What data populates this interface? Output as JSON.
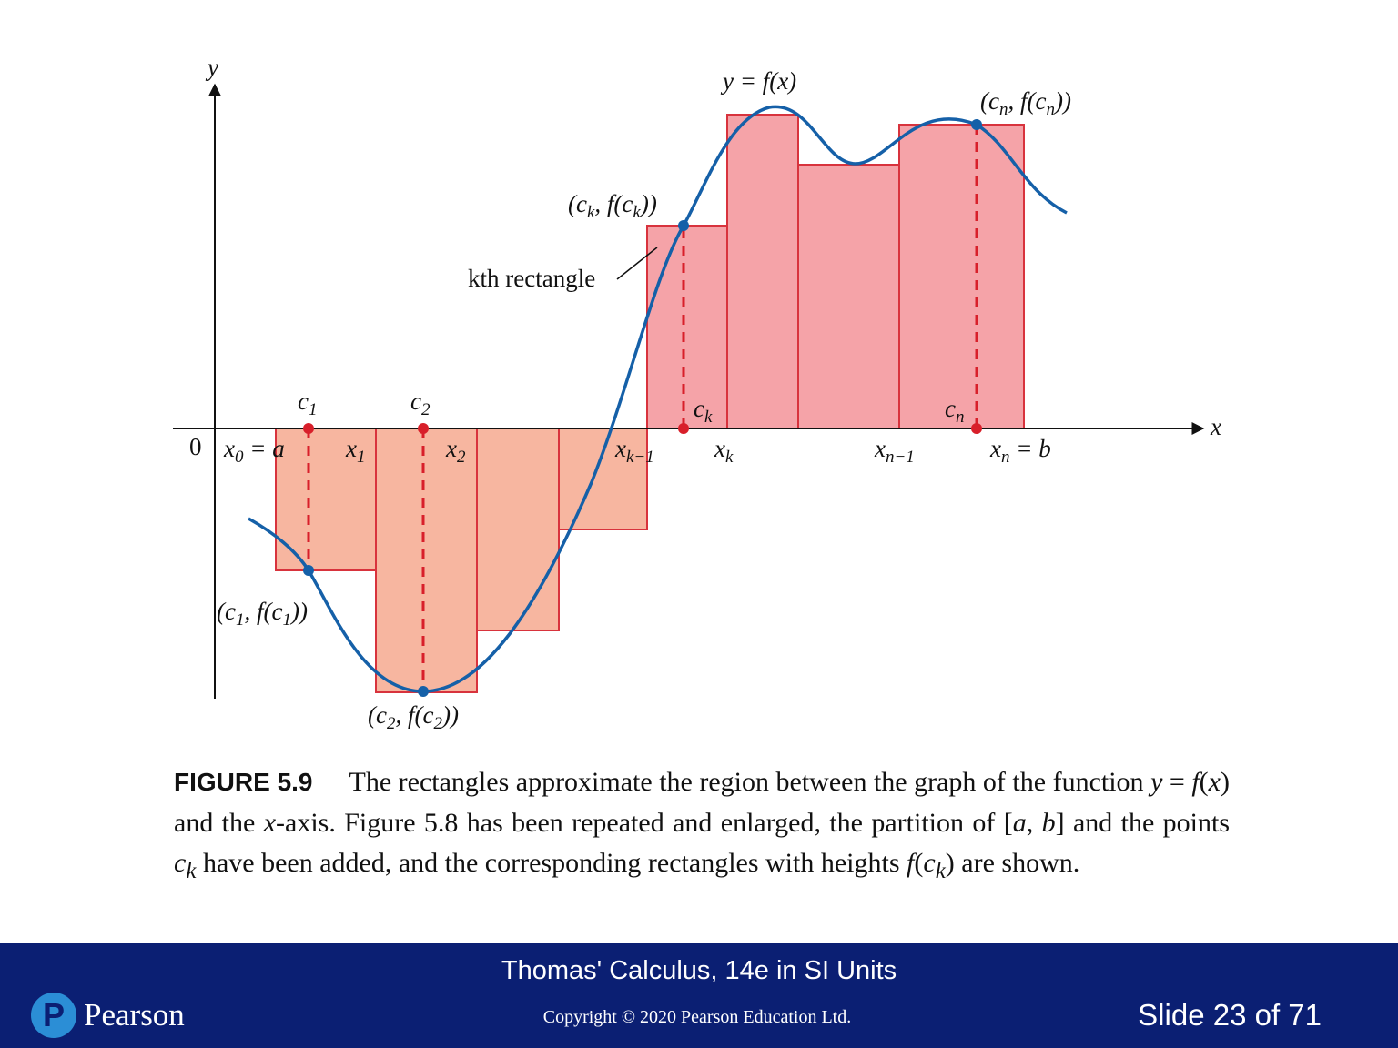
{
  "figure": {
    "axes": {
      "x_label": "x",
      "y_label": "y",
      "origin_label": "0"
    },
    "curve_label": "y = f(x)",
    "rectangle_annotation": "kth rectangle",
    "partition_labels": [
      {
        "base": "x",
        "sub": "0",
        "suffix": " = a"
      },
      {
        "base": "x",
        "sub": "1",
        "suffix": ""
      },
      {
        "base": "x",
        "sub": "2",
        "suffix": ""
      },
      {
        "base": "x",
        "sub": "k−1",
        "suffix": ""
      },
      {
        "base": "x",
        "sub": "k",
        "suffix": ""
      },
      {
        "base": "x",
        "sub": "n−1",
        "suffix": ""
      },
      {
        "base": "x",
        "sub": "n",
        "suffix": " = b"
      }
    ],
    "sample_points": [
      {
        "name": "c",
        "sub": "1"
      },
      {
        "name": "c",
        "sub": "2"
      },
      {
        "name": "c",
        "sub": "k"
      },
      {
        "name": "c",
        "sub": "n"
      }
    ],
    "point_labels": [
      {
        "pre": "(c",
        "sub": "1",
        "mid": ", f(c",
        "sub2": "1",
        "post": "))"
      },
      {
        "pre": "(c",
        "sub": "2",
        "mid": ", f(c",
        "sub2": "2",
        "post": "))"
      },
      {
        "pre": "(c",
        "sub": "k",
        "mid": ", f(c",
        "sub2": "k",
        "post": "))"
      },
      {
        "pre": "(c",
        "sub": "n",
        "mid": ", f(c",
        "sub2": "n",
        "post": "))"
      }
    ],
    "colors": {
      "curve": "#1560a8",
      "rect_above_fill": "#f5a3a8",
      "rect_below_fill": "#f7b6a0",
      "rect_stroke": "#d8333d",
      "sample_on_axis": "#d81f2a",
      "sample_on_curve": "#1560a8"
    }
  },
  "caption": {
    "label": "FIGURE 5.9",
    "parts": [
      "The rectangles approximate the region between the graph of the function ",
      "y",
      " = ",
      "f",
      "(",
      "x",
      ") and the ",
      "x",
      "-axis. Figure 5.8 has been repeated and enlarged, the partition of [",
      "a",
      ", ",
      "b",
      "] and the points ",
      "c",
      "k",
      " have been added, and the corresponding rectangles with heights ",
      "f",
      "(",
      "c",
      "k",
      ") are shown."
    ]
  },
  "footer": {
    "book_title": "Thomas' Calculus, 14e in SI Units",
    "copyright": "Copyright © 2020 Pearson Education Ltd.",
    "slide_number": "Slide 23 of 71",
    "logo_mark": "P",
    "logo_text": "Pearson",
    "background": "#0b1f73"
  }
}
